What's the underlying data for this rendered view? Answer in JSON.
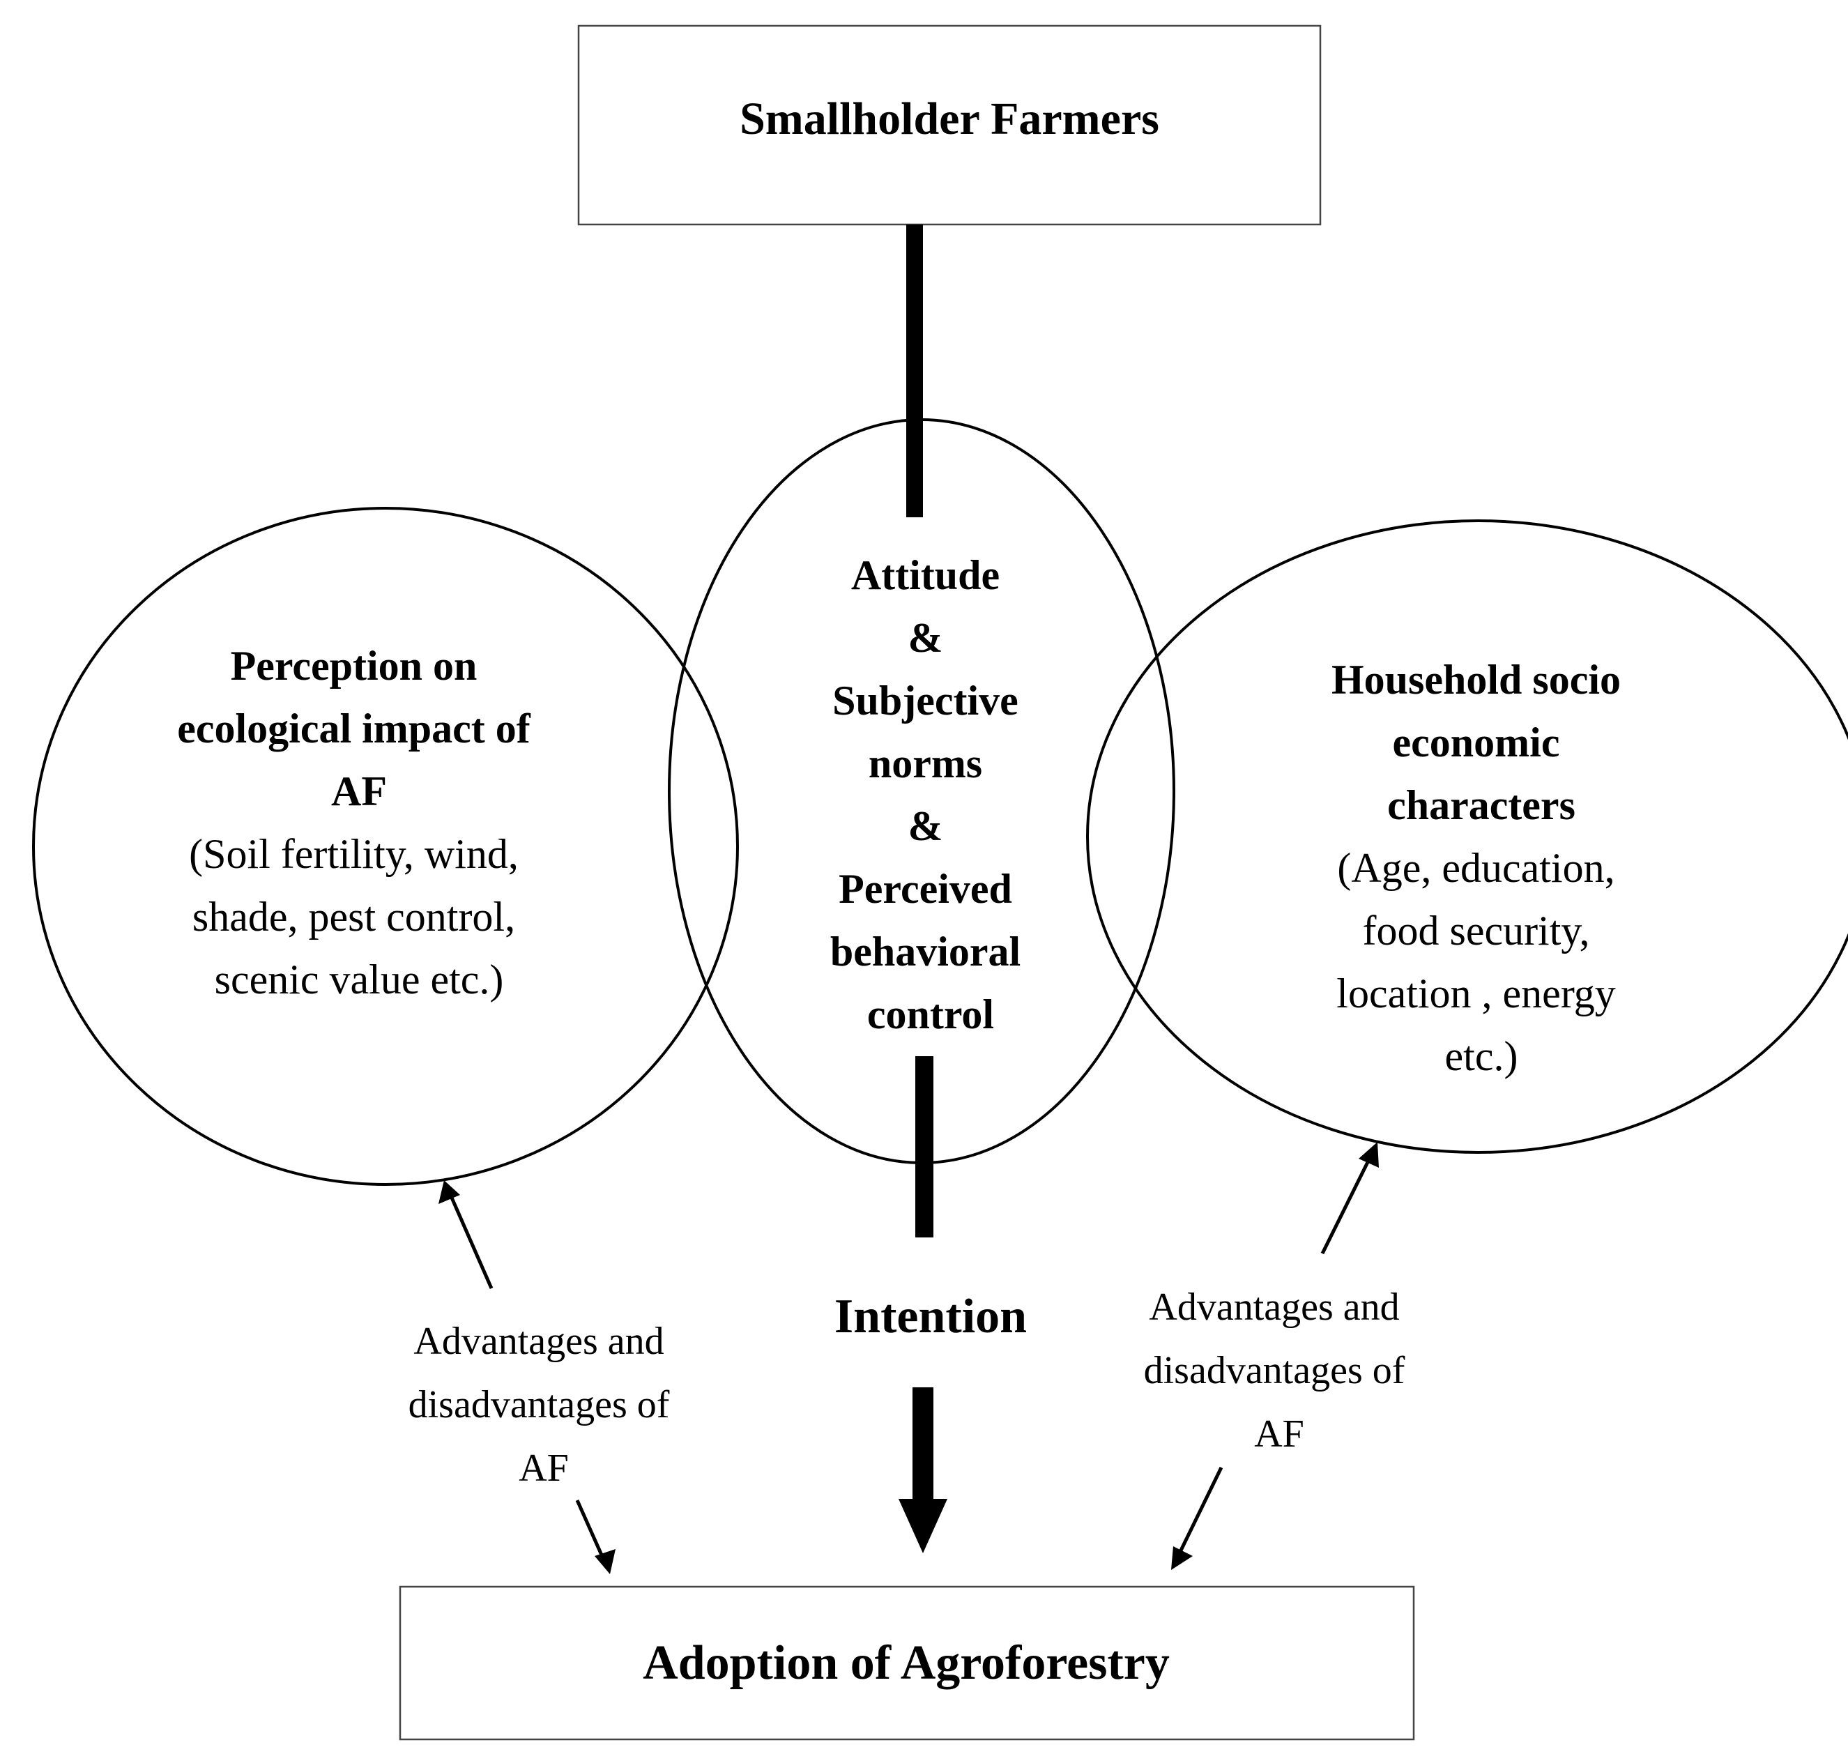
{
  "top_box": {
    "label": "Smallholder Farmers"
  },
  "left_circle": {
    "title_lines": [
      "Perception on",
      "ecological impact of",
      "AF"
    ],
    "detail_lines": [
      "(Soil fertility, wind,",
      "shade, pest control,",
      "scenic value etc.)"
    ]
  },
  "center_ellipse": {
    "lines": [
      "Attitude",
      "&",
      "Subjective",
      "norms",
      "&",
      "Perceived",
      "behavioral",
      "control"
    ]
  },
  "right_circle": {
    "title_lines": [
      "Household socio",
      "economic",
      "characters"
    ],
    "detail_lines": [
      "(Age, education,",
      "food security,",
      "location , energy",
      "etc.)"
    ]
  },
  "intention": {
    "label": "Intention"
  },
  "left_note": {
    "lines": [
      "Advantages and",
      "disadvantages of",
      "AF"
    ]
  },
  "right_note": {
    "lines": [
      "Advantages and",
      "disadvantages of",
      "AF"
    ]
  },
  "bottom_box": {
    "label": "Adoption of Agroforestry"
  }
}
